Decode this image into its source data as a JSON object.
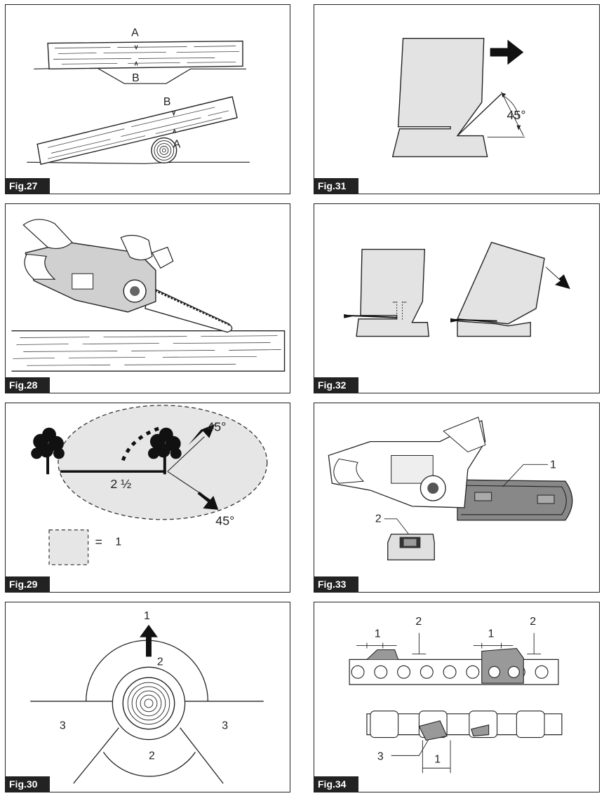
{
  "figures": {
    "fig27": {
      "caption": "Fig.27",
      "labels": {
        "a_top": "A",
        "b_top": "B",
        "b_bottom": "B",
        "a_bottom": "A"
      }
    },
    "fig28": {
      "caption": "Fig.28"
    },
    "fig29": {
      "caption": "Fig.29",
      "labels": {
        "angle_top": "45°",
        "angle_bottom": "45°",
        "distance": "2 ½",
        "legend_num": "1",
        "legend_eq": "="
      }
    },
    "fig30": {
      "caption": "Fig.30",
      "labels": {
        "arrow_num": "1",
        "zone_top": "2",
        "zone_bottom": "2",
        "zone_left": "3",
        "zone_right": "3"
      }
    },
    "fig31": {
      "caption": "Fig.31",
      "labels": {
        "angle": "45°"
      }
    },
    "fig32": {
      "caption": "Fig.32"
    },
    "fig33": {
      "caption": "Fig.33",
      "labels": {
        "part1": "1",
        "part2": "2"
      }
    },
    "fig34": {
      "caption": "Fig.34",
      "labels": {
        "dim1_left": "1",
        "dim2_left": "2",
        "dim1_right": "1",
        "dim2_right": "2",
        "dim1_bottom": "1",
        "part3": "3"
      }
    }
  }
}
